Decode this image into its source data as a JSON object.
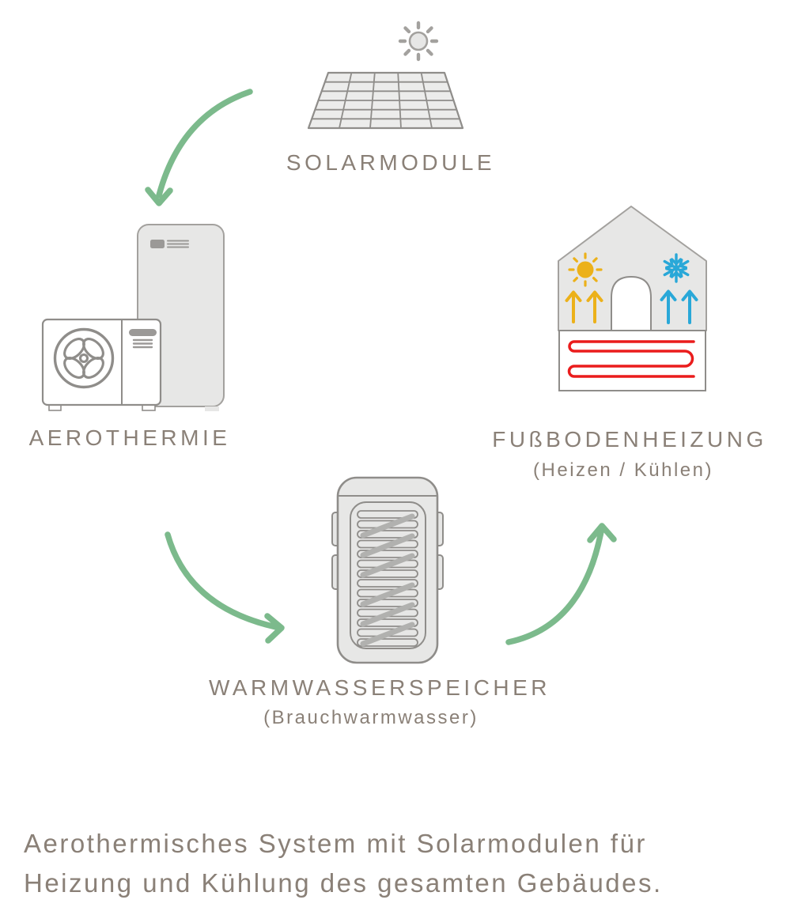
{
  "colors": {
    "green": "#7cba8c",
    "yellow": "#ecb11a",
    "blue": "#29a8d8",
    "red": "#ea1c1c",
    "label": "#8a8077",
    "stroke": "#8f8d8a",
    "stroke-soft": "#a3a19e",
    "fill-light": "#e7e7e6",
    "fill-lighter": "#ececeb",
    "detail-gray": "#9b9997",
    "coil-gray": "#b1b1af"
  },
  "nodes": {
    "solar": {
      "label": "SOLARMODULE"
    },
    "aerothermie": {
      "label": "AEROTHERMIE"
    },
    "floor_heating": {
      "label": "FUßBODENHEIZUNG",
      "sublabel": "(Heizen / Kühlen)"
    },
    "water_tank": {
      "label": "WARMWASSERSPEICHER",
      "sublabel": "(Brauchwarmwasser)"
    }
  },
  "caption": {
    "lines": [
      "Aerothermisches System mit Solarmodulen für",
      "Heizung und Kühlung des gesamten Gebäudes."
    ]
  },
  "icons": {
    "sun": "sun-icon",
    "solar_panel": "solar-panel-icon",
    "heat_pump": "heat-pump-icon",
    "fan": "fan-icon",
    "house": "house-icon",
    "door": "door-icon",
    "heating_sun": "heating-sun-icon",
    "snowflake": "snowflake-icon",
    "heating_pipe": "heating-pipe-icon",
    "water_tank": "water-tank-icon",
    "arrows": "curved-arrow-icon"
  }
}
